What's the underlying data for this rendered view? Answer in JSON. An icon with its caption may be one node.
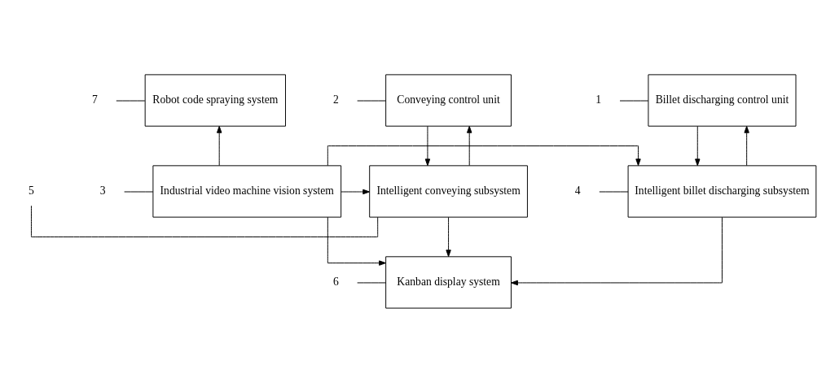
{
  "diagram": {
    "nodes": [
      {
        "text": [
          "Billet discharging control unit"
        ]
      },
      {
        "text": [
          "Robot code spraying system"
        ]
      },
      {
        "text": [
          "Conveying control unit"
        ]
      },
      {
        "text": [
          "Intelligent billet discharging subsystem"
        ]
      },
      {
        "text": [
          "Industrial video machine vision system"
        ]
      },
      {
        "text": [
          "Intelligent conveying subsystem"
        ]
      },
      {
        "text": [
          "Kanban display system"
        ]
      },
      {
        "text": [
          "1"
        ]
      },
      {
        "text": [
          "7"
        ]
      },
      {
        "text": [
          "2"
        ]
      },
      {
        "text": [
          "4"
        ]
      },
      {
        "text": [
          "3"
        ]
      },
      {
        "text": [
          "5"
        ]
      },
      {
        "text": [
          "6"
        ]
      }
    ],
    "edges": [
      {
        "from": 3,
        "to": 0,
        "arrow": "to"
      },
      {
        "from": 0,
        "to": 3,
        "arrow": "to"
      },
      {
        "from": 5,
        "to": 2,
        "arrow": "to"
      },
      {
        "from": 2,
        "to": 5,
        "arrow": "to"
      },
      {
        "from": 4,
        "to": 1,
        "arrow": "to"
      },
      {
        "from": 4,
        "to": 3,
        "arrow": "to"
      },
      {
        "from": 4,
        "to": 5,
        "arrow": "to"
      },
      {
        "from": 4,
        "to": 6,
        "arrow": "to"
      },
      {
        "from": 3,
        "to": 6,
        "arrow": "to"
      },
      {
        "from": 5,
        "to": 6,
        "arrow": "to"
      },
      {
        "from": 7,
        "to": 0,
        "arrow": "none"
      },
      {
        "from": 8,
        "to": 1,
        "arrow": "none"
      },
      {
        "from": 9,
        "to": 2,
        "arrow": "none"
      },
      {
        "from": 10,
        "to": 3,
        "arrow": "none"
      },
      {
        "from": 11,
        "to": 4,
        "arrow": "none"
      },
      {
        "from": 12,
        "to": 5,
        "arrow": "none"
      },
      {
        "from": 13,
        "to": 6,
        "arrow": "none"
      }
    ]
  }
}
